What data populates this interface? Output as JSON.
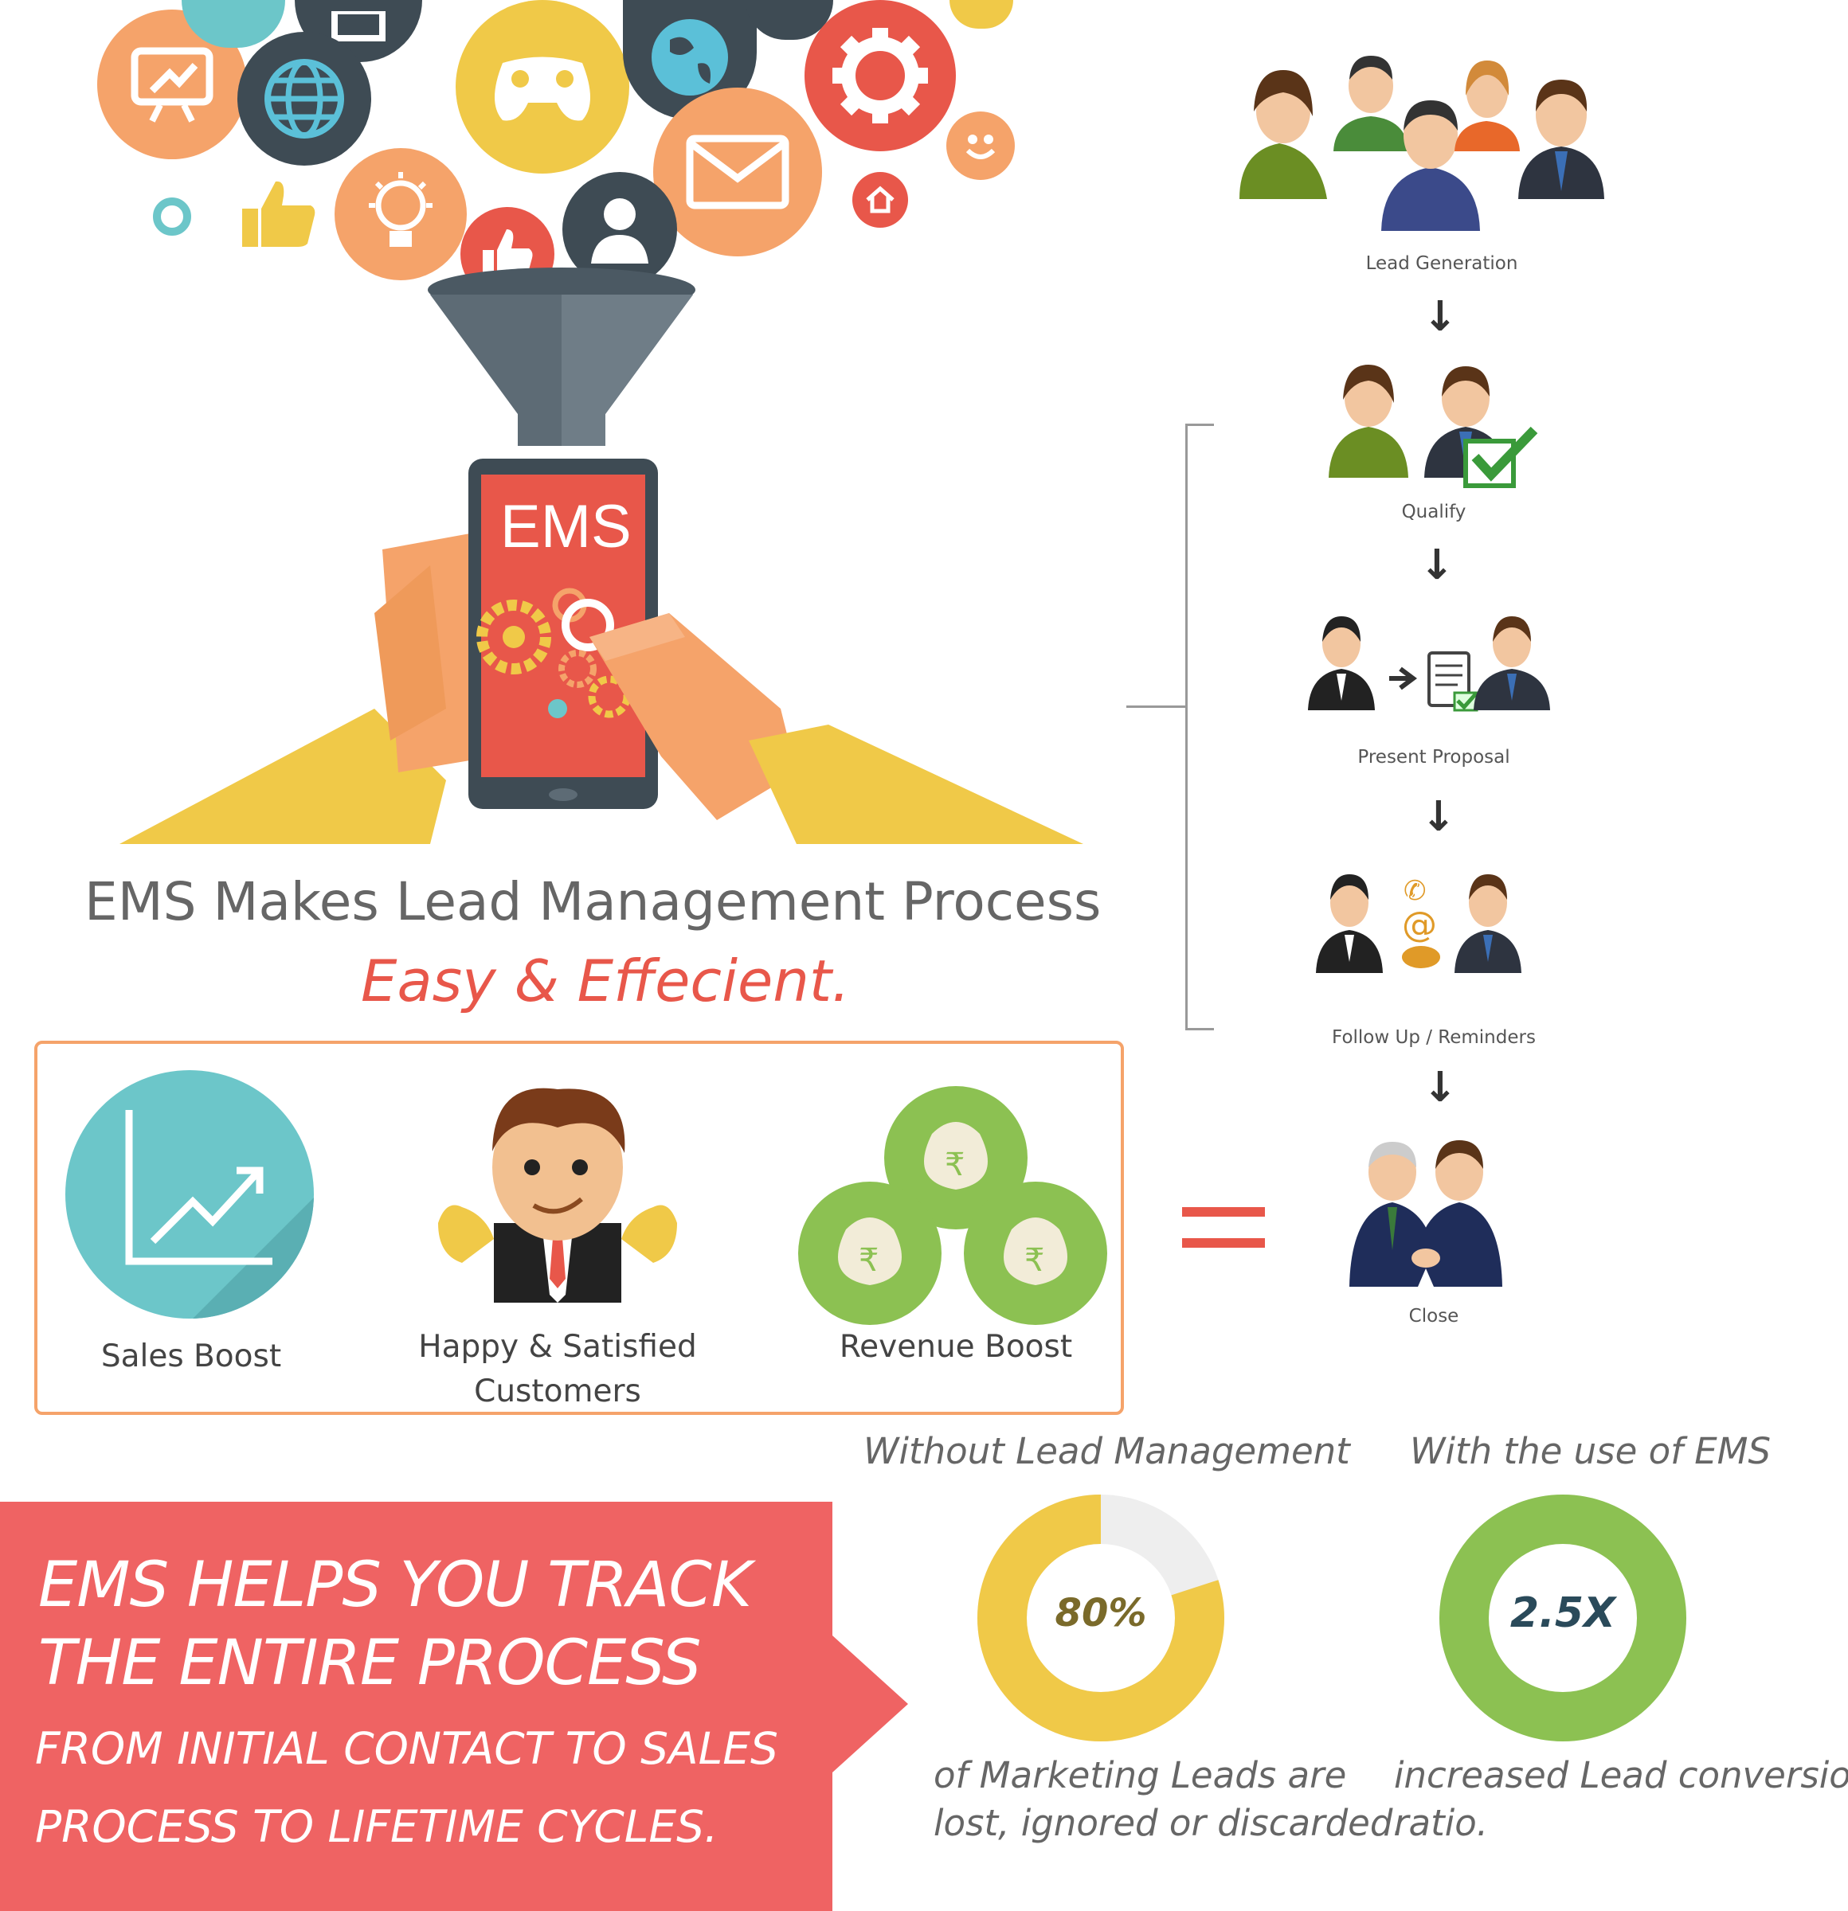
{
  "phone": {
    "screen_label": "EMS"
  },
  "headline": {
    "line1": "EMS Makes Lead Management Process",
    "line2": "Easy & Effecient."
  },
  "flow": {
    "steps": [
      "Lead Generation",
      "Qualify",
      "Present Proposal",
      "Follow Up / Reminders",
      "Close"
    ]
  },
  "benefits": {
    "items": [
      "Sales Boost",
      "Happy & Satisfied",
      "Customers",
      "Revenue Boost"
    ]
  },
  "banner": {
    "line1": "EMS HELPS YOU TRACK",
    "line2": "THE ENTIRE PROCESS",
    "line3": "FROM INITIAL CONTACT TO SALES",
    "line4": "PROCESS TO LIFETIME CYCLES."
  },
  "stats": {
    "without": {
      "title": "Without  Lead Management",
      "value": "80%",
      "fraction": 0.8,
      "desc_line1": "of Marketing Leads are",
      "desc_line2": "lost, ignored or discarded."
    },
    "with": {
      "title": "With the use of EMS",
      "value": "2.5X",
      "desc_line1": "increased Lead conversion",
      "desc_line2": "ratio."
    }
  },
  "colors": {
    "orange": "#f5a36a",
    "yellow": "#f0c948",
    "red": "#e8574a",
    "teal": "#6cc6c9",
    "dark": "#3e4b54",
    "green": "#8cc152",
    "banner": "#ef6363"
  }
}
